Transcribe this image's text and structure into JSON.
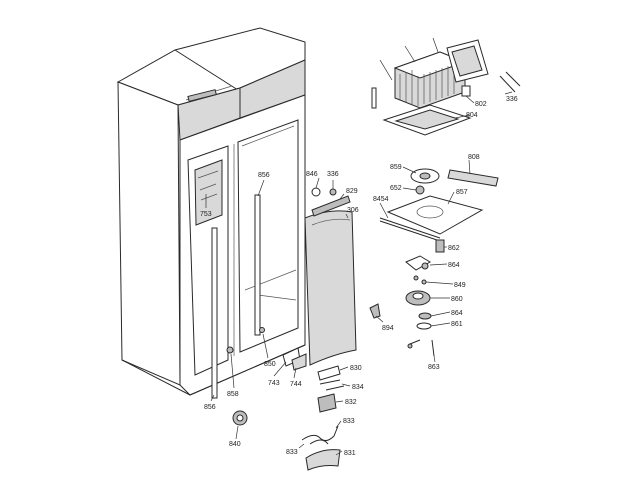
{
  "diagram": {
    "labels": [
      {
        "id": "p808",
        "text": "808"
      },
      {
        "id": "p802",
        "text": "802"
      },
      {
        "id": "p804",
        "text": "804"
      },
      {
        "id": "p336a",
        "text": "336"
      },
      {
        "id": "p859",
        "text": "859"
      },
      {
        "id": "p652",
        "text": "652"
      },
      {
        "id": "p857",
        "text": "857"
      },
      {
        "id": "p8454",
        "text": "8454"
      },
      {
        "id": "p862",
        "text": "862"
      },
      {
        "id": "p864a",
        "text": "864"
      },
      {
        "id": "p849",
        "text": "849"
      },
      {
        "id": "p860",
        "text": "860"
      },
      {
        "id": "p864b",
        "text": "864"
      },
      {
        "id": "p861",
        "text": "861"
      },
      {
        "id": "p863",
        "text": "863"
      },
      {
        "id": "p846",
        "text": "846"
      },
      {
        "id": "p336b",
        "text": "336"
      },
      {
        "id": "p829",
        "text": "829"
      },
      {
        "id": "p306",
        "text": "306"
      },
      {
        "id": "p856a",
        "text": "856"
      },
      {
        "id": "p753",
        "text": "753"
      },
      {
        "id": "p894",
        "text": "894"
      },
      {
        "id": "p850",
        "text": "850"
      },
      {
        "id": "p743",
        "text": "743"
      },
      {
        "id": "p744",
        "text": "744"
      },
      {
        "id": "p830",
        "text": "830"
      },
      {
        "id": "p834",
        "text": "834"
      },
      {
        "id": "p832",
        "text": "832"
      },
      {
        "id": "p833a",
        "text": "833"
      },
      {
        "id": "p833b",
        "text": "833"
      },
      {
        "id": "p831",
        "text": "831"
      },
      {
        "id": "p840",
        "text": "840"
      },
      {
        "id": "p856b",
        "text": "856"
      },
      {
        "id": "p858",
        "text": "858"
      }
    ]
  }
}
